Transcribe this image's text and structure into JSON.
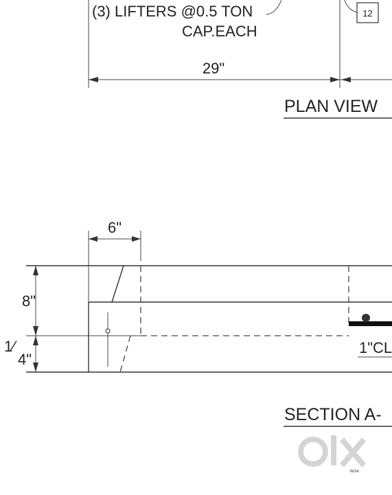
{
  "plan": {
    "lifters_line1": "(3) LIFTERS @0.5 TON",
    "lifters_line2": "CAP.EACH",
    "tag": "12",
    "dim_width": "29\"",
    "title": "PLAN VIEW"
  },
  "section": {
    "dim_top": "6\"",
    "dim_height": "8\"",
    "dim_partial": "4\"",
    "dim_fraction": "1⁄",
    "clear_note": "1\"CL",
    "title": "SECTION A-"
  },
  "watermark": {
    "brand": "OLX",
    "sub": "INDIA",
    "color": "#d0d0d0"
  }
}
